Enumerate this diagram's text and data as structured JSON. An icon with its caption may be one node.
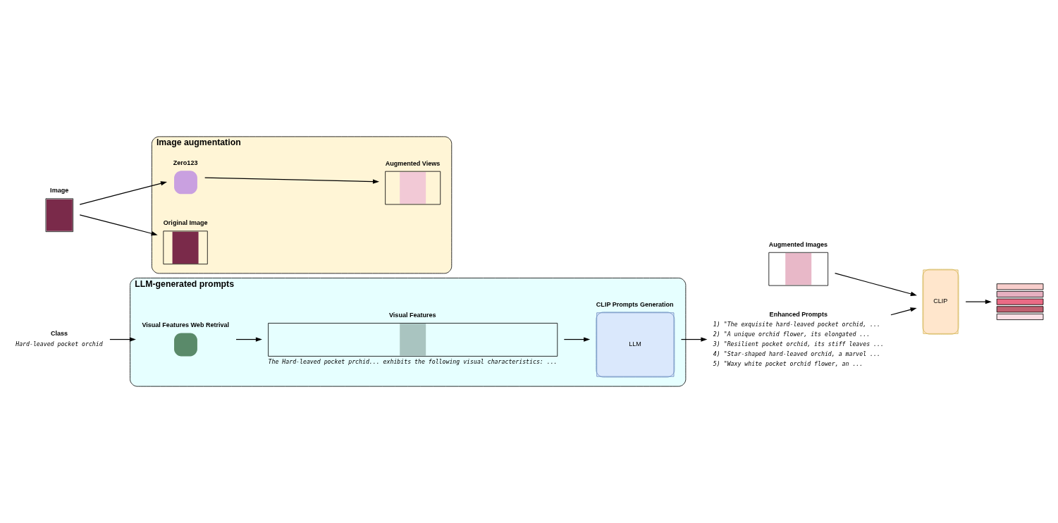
{
  "diagram": {
    "nodes": [
      {
        "text": [
          "LLM-generated prompts"
        ]
      },
      {
        "text": [
          "Class",
          "Hard-leaved pocket orchid"
        ]
      },
      {
        "text": [
          "Visual Features Web Retrival"
        ],
        "in": 0
      },
      {
        "text": [
          "Visual Features"
        ],
        "in": 0,
        "beside": [
          "The Hard-leaved pocket prchid... exhibits the following visual characteristics: ..."
        ]
      },
      {
        "text": [
          "CLIP Prompts Generation",
          "LLM"
        ],
        "in": 0
      },
      {
        "text": [
          "Enhanced Prompts",
          "1) \"The exquisite hard-leaved pocket orchid, ...",
          "2) \"A unique orchid flower, its elongated ...",
          "3) \"Resilient pocket orchid, its stiff leaves ...",
          "4) \"Star-shaped hard-leaved orchid, a marvel ...",
          "5) \"Waxy white pocket orchid flower, an ..."
        ]
      },
      {
        "text": [
          "Image augmentation"
        ]
      },
      {
        "text": [
          "Image"
        ]
      },
      {
        "text": [
          "Zero123"
        ],
        "in": 6
      },
      {
        "text": [
          "Augmented Views"
        ],
        "in": 6
      },
      {
        "text": [
          "Original Image"
        ],
        "in": 6
      },
      {
        "text": [
          "Augmented Images"
        ]
      },
      {
        "text": [
          "CLIP"
        ]
      },
      {
        "text": [],
        "shape": "picture"
      }
    ],
    "edges": [
      {
        "from": 1,
        "to": 2,
        "arrow": "to"
      },
      {
        "from": 2,
        "to": 3,
        "arrow": "to"
      },
      {
        "from": 3,
        "to": 4,
        "arrow": "to"
      },
      {
        "from": 4,
        "to": 5,
        "arrow": "to"
      },
      {
        "from": 5,
        "to": 12,
        "arrow": "to"
      },
      {
        "from": 11,
        "to": 12,
        "arrow": "to"
      },
      {
        "from": 12,
        "to": 13,
        "arrow": "to"
      },
      {
        "from": 7,
        "to": 8,
        "arrow": "to"
      },
      {
        "from": 8,
        "to": 9,
        "arrow": "to"
      },
      {
        "from": 7,
        "to": 10,
        "arrow": "to"
      }
    ]
  }
}
